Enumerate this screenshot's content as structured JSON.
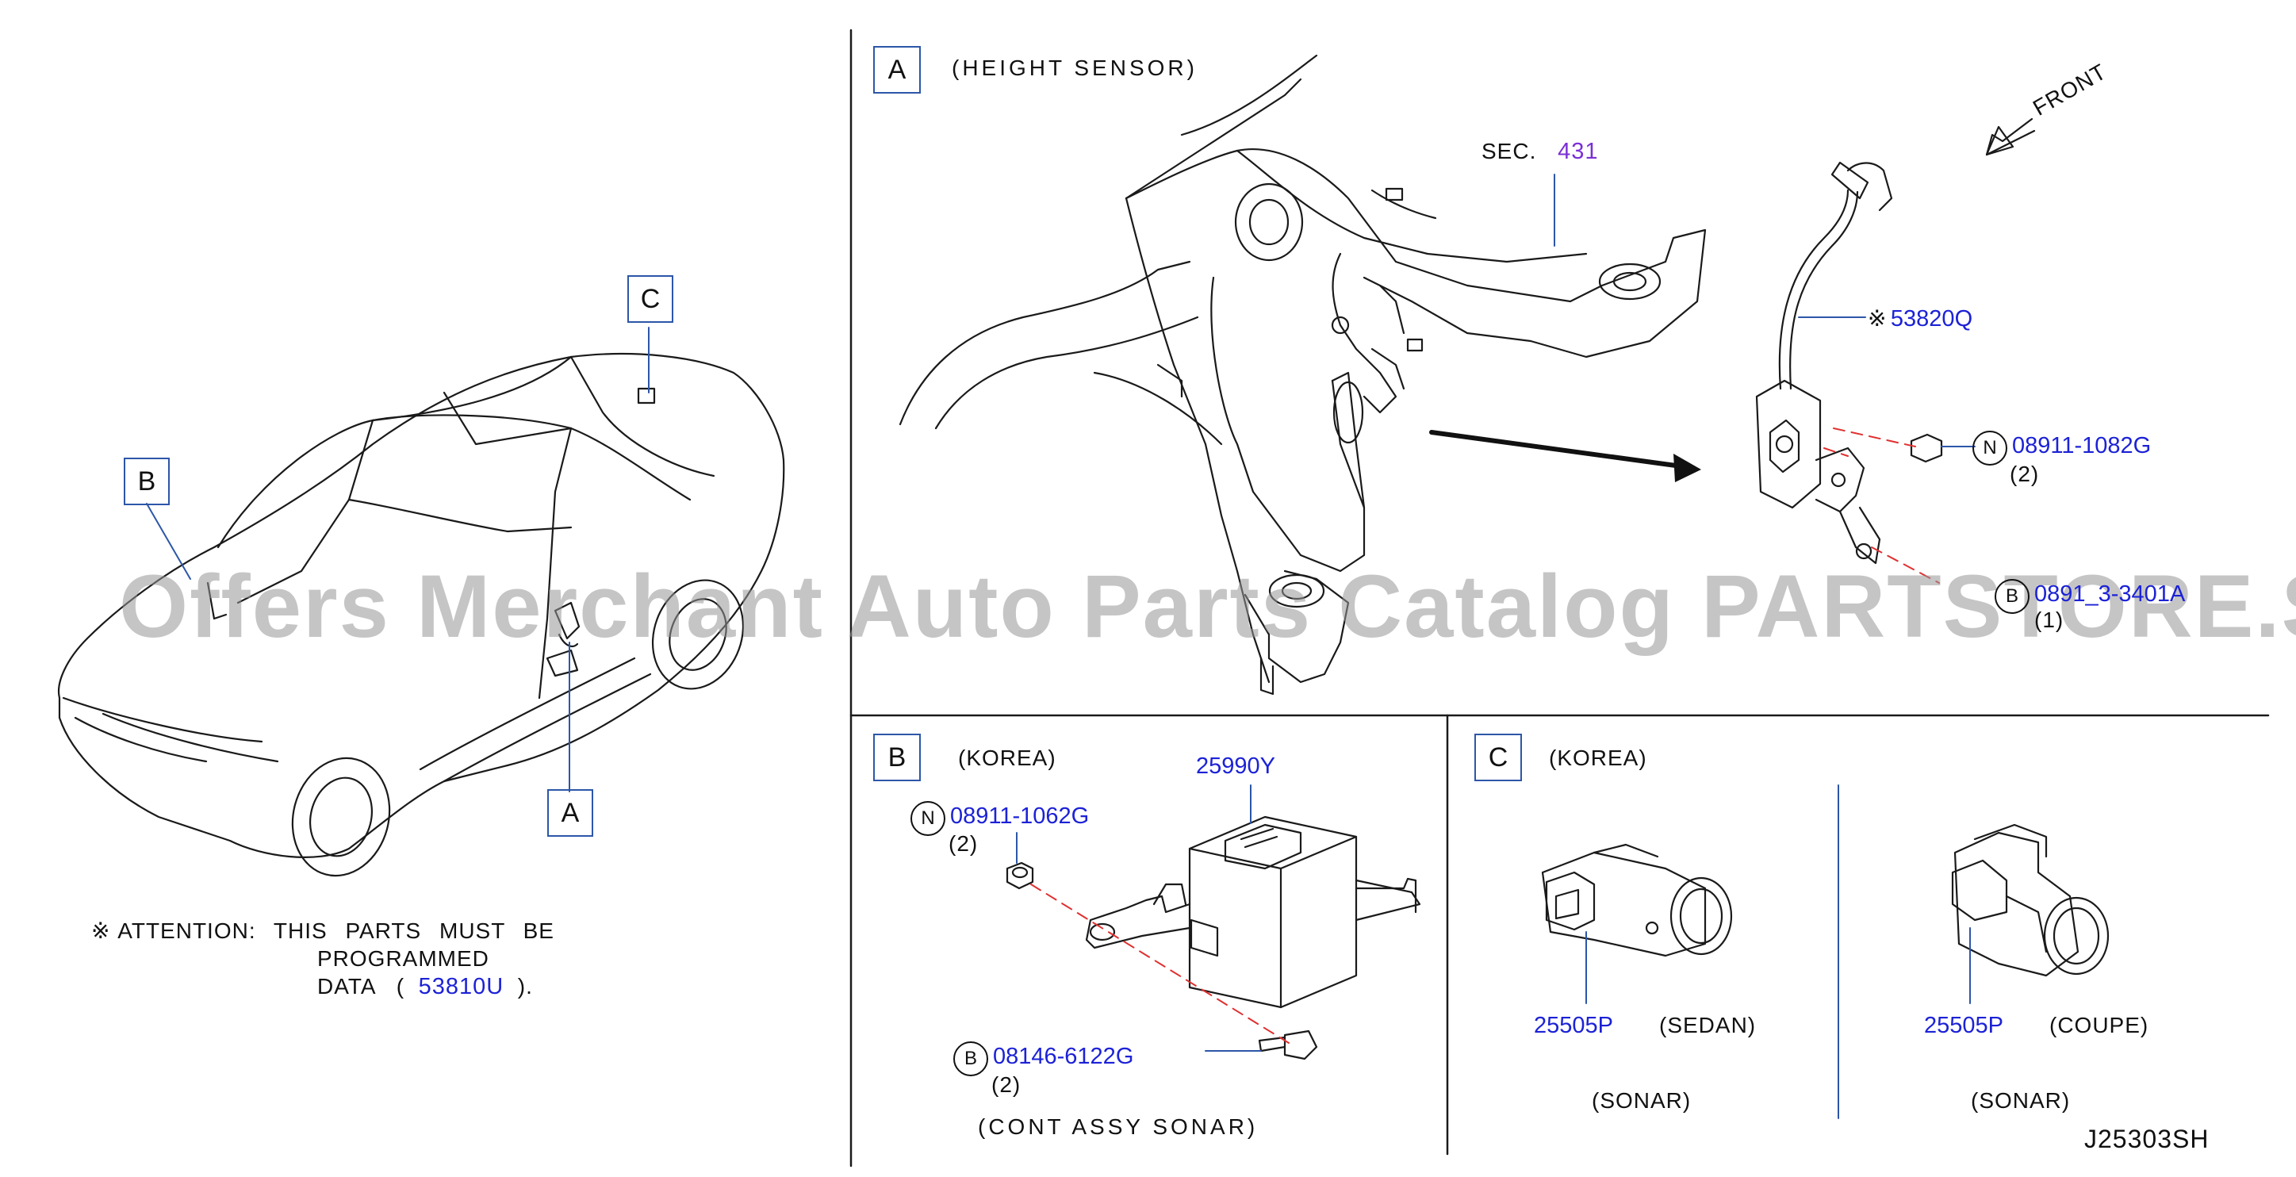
{
  "watermark": "Offers Merchant Auto Parts Catalog PARTSTORE.SA",
  "diagram_id": "J25303SH",
  "front_label": "FRONT",
  "attention": {
    "symbol": "※",
    "line1": "ATTENTION: THIS PARTS MUST BE",
    "line2": "PROGRAMMED",
    "data_prefix": "DATA (",
    "data_part": "53810U",
    "data_suffix": ")."
  },
  "car_callouts": {
    "a": "A",
    "b": "B",
    "c": "C"
  },
  "panel_a": {
    "letter": "A",
    "title": "(HEIGHT SENSOR)",
    "sec_label": "SEC.",
    "sec_number": "431",
    "sensor": {
      "symbol": "※",
      "part": "53820Q"
    },
    "nut": {
      "mark": "N",
      "part": "08911-1082G",
      "qty": "(2)"
    },
    "bolt": {
      "mark": "B",
      "part": "0891_3-3401A",
      "qty": "(1)"
    }
  },
  "panel_b": {
    "letter": "B",
    "title": "(KOREA)",
    "module_part": "25990Y",
    "nut": {
      "mark": "N",
      "part": "08911-1062G",
      "qty": "(2)"
    },
    "bolt": {
      "mark": "B",
      "part": "08146-6122G",
      "qty": "(2)"
    },
    "caption": "(CONT ASSY SONAR)"
  },
  "panel_c": {
    "letter": "C",
    "title": "(KOREA)",
    "left": {
      "part": "25505P",
      "variant": "(SEDAN)",
      "caption": "(SONAR)"
    },
    "right": {
      "part": "25505P",
      "variant": "(COUPE)",
      "caption": "(SONAR)"
    }
  }
}
